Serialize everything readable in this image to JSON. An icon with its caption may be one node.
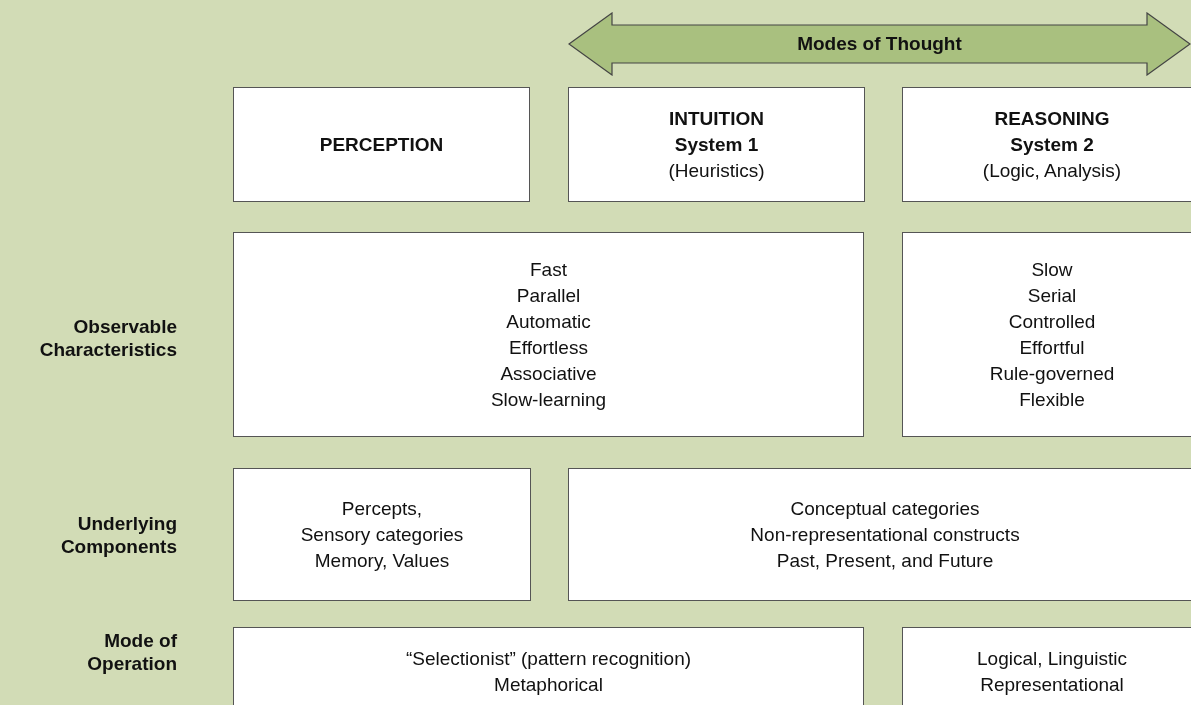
{
  "diagram": {
    "nodes": [
      {
        "text": [
          "Modes of Thought"
        ]
      },
      {
        "text": [
          "PERCEPTION"
        ]
      },
      {
        "text": [
          "INTUITION",
          "System 1",
          "(Heuristics)"
        ]
      },
      {
        "text": [
          "REASONING",
          "System 2",
          "(Logic, Analysis)"
        ]
      },
      {
        "text": [
          "Fast",
          "Parallel",
          "Automatic",
          "Effortless",
          "Associative",
          "Slow-learning"
        ]
      },
      {
        "text": [
          "Slow",
          "Serial",
          "Controlled",
          "Effortful",
          "Rule-governed",
          "Flexible"
        ]
      },
      {
        "text": [
          "Percepts,",
          "Sensory categories",
          "Memory, Values"
        ]
      },
      {
        "text": [
          "Conceptual categories",
          "Non-representational constructs",
          "Past, Present, and Future"
        ]
      },
      {
        "text": [
          "“Selectionist” (pattern recognition)",
          "Metaphorical"
        ]
      },
      {
        "text": [
          "Logical, Linguistic",
          "Representational"
        ]
      }
    ],
    "labels": [
      "Observable Characteristics",
      "Underlying Components",
      "Mode of Operation"
    ]
  }
}
